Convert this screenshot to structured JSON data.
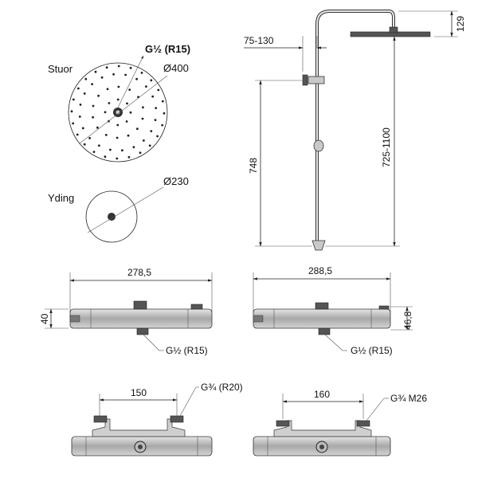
{
  "head_large": {
    "label": "Stuor",
    "thread": "G½ (R15)",
    "diameter": "Ø400"
  },
  "head_small": {
    "label": "Yding",
    "diameter": "Ø230"
  },
  "column": {
    "arm": "75-130",
    "head_drop": "129",
    "height": "748",
    "range": "725-1100"
  },
  "mixer_top_left": {
    "width": "278,5",
    "height": "40",
    "thread": "G½ (R15)"
  },
  "mixer_top_right": {
    "width": "288,5",
    "height": "46,8",
    "thread": "G½ (R15)"
  },
  "mixer_bottom_left": {
    "spacing": "150",
    "thread": "G¾ (R20)"
  },
  "mixer_bottom_right": {
    "spacing": "160",
    "thread": "G¾ M26"
  }
}
